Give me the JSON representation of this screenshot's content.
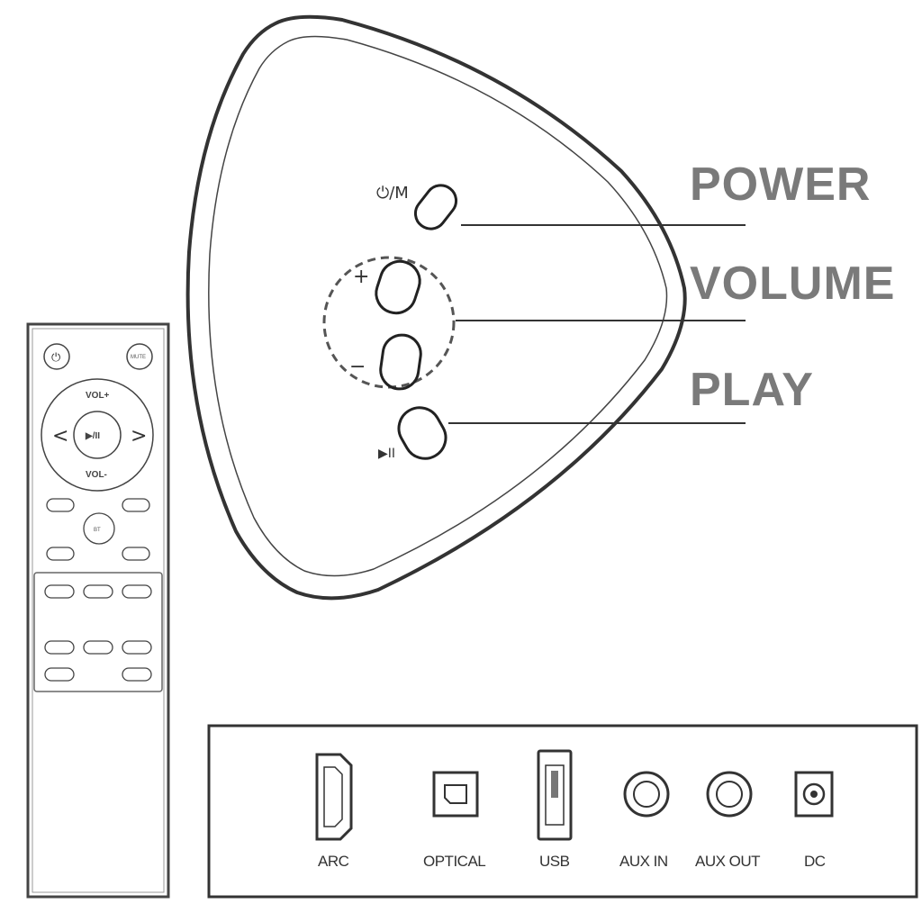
{
  "callouts": {
    "power": "POWER",
    "volume": "VOLUME",
    "play": "PLAY"
  },
  "speaker": {
    "power_button_symbol": "⏻/M",
    "volume_up_symbol": "+",
    "volume_down_symbol": "−",
    "play_symbol": "▶II"
  },
  "remote": {
    "vol_up_label": "VOL+",
    "vol_down_label": "VOL-",
    "play_pause_label": "▶/II",
    "prev_label": "<",
    "next_label": ">",
    "bt_label": "BT"
  },
  "ports": {
    "arc": "ARC",
    "optical": "OPTICAL",
    "usb": "USB",
    "aux_in": "AUX IN",
    "aux_out": "AUX OUT",
    "dc": "DC"
  },
  "colors": {
    "line": "#333333",
    "label_gray": "#7a7a7a"
  }
}
